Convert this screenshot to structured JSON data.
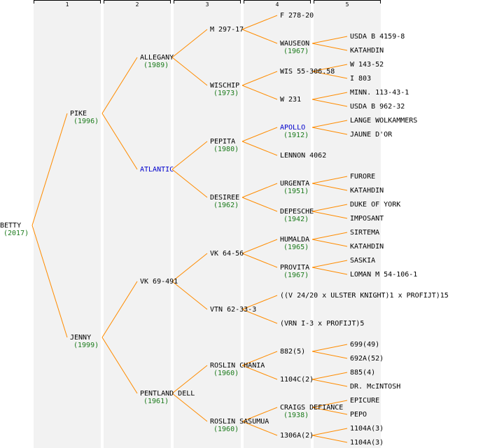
{
  "columns": [
    "1",
    "2",
    "3",
    "4",
    "5"
  ],
  "colors": {
    "line": "#ff8c00",
    "name": "#000000",
    "highlight": "#0000cc",
    "year": "#1a7a1a"
  },
  "nodes": [
    {
      "id": "betty",
      "name": "BETTY",
      "year": "(2017)"
    },
    {
      "id": "pike",
      "name": "PIKE",
      "year": "(1996)"
    },
    {
      "id": "jenny",
      "name": "JENNY",
      "year": "(1999)"
    },
    {
      "id": "allegany",
      "name": "ALLEGANY",
      "year": "(1989)"
    },
    {
      "id": "atlantic",
      "name": "ATLANTIC",
      "year": "",
      "highlight": true
    },
    {
      "id": "vk69",
      "name": "VK 69-491",
      "year": ""
    },
    {
      "id": "pentland",
      "name": "PENTLAND DELL",
      "year": "(1961)"
    },
    {
      "id": "m297",
      "name": "M 297-17",
      "year": ""
    },
    {
      "id": "wischip",
      "name": "WISCHIP",
      "year": "(1973)"
    },
    {
      "id": "pepita",
      "name": "PEPITA",
      "year": "(1980)"
    },
    {
      "id": "desiree",
      "name": "DESIREE",
      "year": "(1962)"
    },
    {
      "id": "vk64",
      "name": "VK 64-56",
      "year": ""
    },
    {
      "id": "vtn",
      "name": "VTN 62-33-3",
      "year": ""
    },
    {
      "id": "chania",
      "name": "ROSLIN CHANIA",
      "year": "(1960)"
    },
    {
      "id": "sasumua",
      "name": "ROSLIN SASUMUA",
      "year": "(1960)"
    },
    {
      "id": "f278",
      "name": "F 278-20",
      "year": ""
    },
    {
      "id": "wauseon",
      "name": "WAUSEON",
      "year": "(1967)"
    },
    {
      "id": "wis55",
      "name": "WIS 55-306.58",
      "year": ""
    },
    {
      "id": "w231",
      "name": "W 231",
      "year": ""
    },
    {
      "id": "apollo",
      "name": "APOLLO",
      "year": "(1912)",
      "highlight": true
    },
    {
      "id": "lennon",
      "name": "LENNON 4062",
      "year": ""
    },
    {
      "id": "urgenta",
      "name": "URGENTA",
      "year": "(1951)"
    },
    {
      "id": "depesche",
      "name": "DEPESCHE",
      "year": "(1942)"
    },
    {
      "id": "humalda",
      "name": "HUMALDA",
      "year": "(1965)"
    },
    {
      "id": "provita",
      "name": "PROVITA",
      "year": "(1967)"
    },
    {
      "id": "vulster",
      "name": "((V 24/20 x ULSTER KNIGHT)1 x PROFIJT)15",
      "year": ""
    },
    {
      "id": "vrn",
      "name": "(VRN I-3 x PROFIJT)5",
      "year": ""
    },
    {
      "id": "n882",
      "name": "882(5)",
      "year": ""
    },
    {
      "id": "n1104c",
      "name": "1104C(2)",
      "year": ""
    },
    {
      "id": "craigs",
      "name": "CRAIGS DEFIANCE",
      "year": "(1938)"
    },
    {
      "id": "n1306a",
      "name": "1306A(2)",
      "year": ""
    },
    {
      "id": "usda4159",
      "name": "USDA B 4159-8",
      "year": ""
    },
    {
      "id": "katahdin1",
      "name": "KATAHDIN",
      "year": ""
    },
    {
      "id": "w143",
      "name": "W 143-52",
      "year": ""
    },
    {
      "id": "i803",
      "name": "I 803",
      "year": ""
    },
    {
      "id": "minn",
      "name": "MINN. 113-43-1",
      "year": ""
    },
    {
      "id": "usda962",
      "name": "USDA B 962-32",
      "year": ""
    },
    {
      "id": "lange",
      "name": "LANGE WOLKAMMERS",
      "year": ""
    },
    {
      "id": "jaune",
      "name": "JAUNE D'OR",
      "year": ""
    },
    {
      "id": "furore",
      "name": "FURORE",
      "year": ""
    },
    {
      "id": "katahdin2",
      "name": "KATAHDIN",
      "year": ""
    },
    {
      "id": "duke",
      "name": "DUKE OF YORK",
      "year": ""
    },
    {
      "id": "imposant",
      "name": "IMPOSANT",
      "year": ""
    },
    {
      "id": "sirtema",
      "name": "SIRTEMA",
      "year": ""
    },
    {
      "id": "katahdin3",
      "name": "KATAHDIN",
      "year": ""
    },
    {
      "id": "saskia",
      "name": "SASKIA",
      "year": ""
    },
    {
      "id": "loman",
      "name": "LOMAN M 54-106-1",
      "year": ""
    },
    {
      "id": "n699",
      "name": "699(49)",
      "year": ""
    },
    {
      "id": "n692a",
      "name": "692A(52)",
      "year": ""
    },
    {
      "id": "n885",
      "name": "885(4)",
      "year": ""
    },
    {
      "id": "mcintosh",
      "name": "DR. McINTOSH",
      "year": ""
    },
    {
      "id": "epicure",
      "name": "EPICURE",
      "year": ""
    },
    {
      "id": "pepo",
      "name": "PEPO",
      "year": ""
    },
    {
      "id": "n1104a1",
      "name": "1104A(3)",
      "year": ""
    },
    {
      "id": "n1104a2",
      "name": "1104A(3)",
      "year": ""
    }
  ]
}
